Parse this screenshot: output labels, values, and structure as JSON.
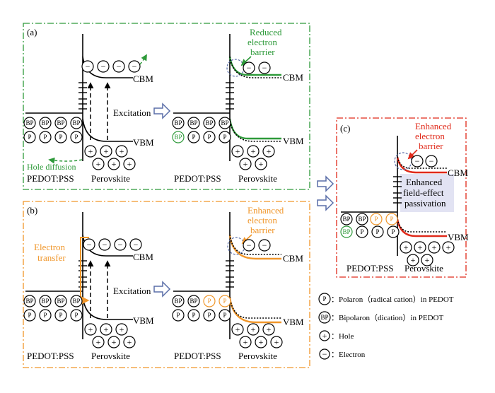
{
  "panels": {
    "a": {
      "tag": "(a)",
      "reduced_barrier": [
        "Reduced",
        "electron",
        "barrier"
      ],
      "excitation": "Excitation",
      "hole_diffusion": "Hole diffusion",
      "cbm": "CBM",
      "vbm": "VBM",
      "pedot": "PEDOT:PSS",
      "perovskite": "Perovskite"
    },
    "b": {
      "tag": "(b)",
      "enhanced_barrier": [
        "Enhanced",
        "electron",
        "barrier"
      ],
      "electron_transfer": [
        "Electron",
        "transfer"
      ],
      "excitation": "Excitation",
      "cbm": "CBM",
      "vbm": "VBM",
      "pedot": "PEDOT:PSS",
      "perovskite": "Perovskite"
    },
    "c": {
      "tag": "(c)",
      "enhanced_barrier": [
        "Enhanced",
        "electron",
        "barrier"
      ],
      "passivation": [
        "Enhanced",
        "field-effect",
        "passivation"
      ],
      "cbm": "CBM",
      "vbm": "VBM",
      "pedot": "PEDOT:PSS",
      "perovskite": "Perovskite"
    }
  },
  "symbols": {
    "bp": "BP",
    "p": "P",
    "plus": "+",
    "minus": "−"
  },
  "legend": {
    "polaron": "：Polaron（radical cation）in PEDOT",
    "bipolaron": "：Bipolaron（dication）in PEDOT",
    "hole": "：Hole",
    "electron": "：Electron"
  },
  "colors": {
    "green": "#2e9a3a",
    "orange": "#f0962a",
    "red": "#e02a1a",
    "blue_arrow": "#5a6ea8",
    "passivation_bg": "#e2e3f3"
  }
}
